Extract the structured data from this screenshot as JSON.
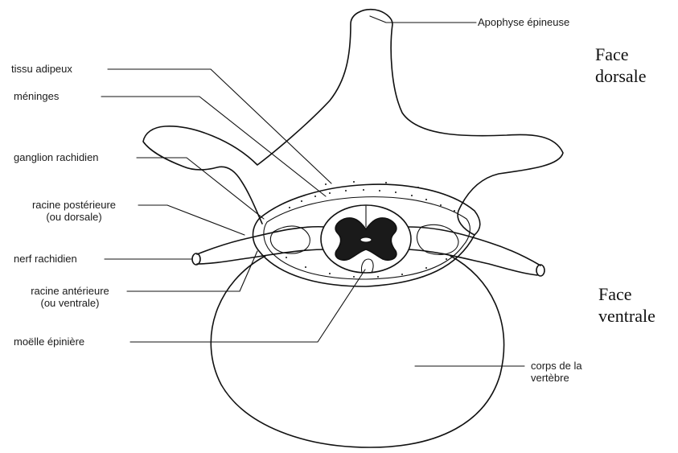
{
  "labels": {
    "apophyse": "Apophyse épineuse",
    "tissu": "tissu adipeux",
    "meninges": "méninges",
    "ganglion": "ganglion rachidien",
    "racine_post_1": "racine postérieure",
    "racine_post_2": "(ou dorsale)",
    "nerf": "nerf rachidien",
    "racine_ant_1": "racine antérieure",
    "racine_ant_2": "(ou ventrale)",
    "moelle": "moëlle épinière",
    "corps_1": "corps de la",
    "corps_2": "vertèbre"
  },
  "faces": {
    "dorsale_1": "Face",
    "dorsale_2": "dorsale",
    "ventrale_1": "Face",
    "ventrale_2": "ventrale"
  }
}
